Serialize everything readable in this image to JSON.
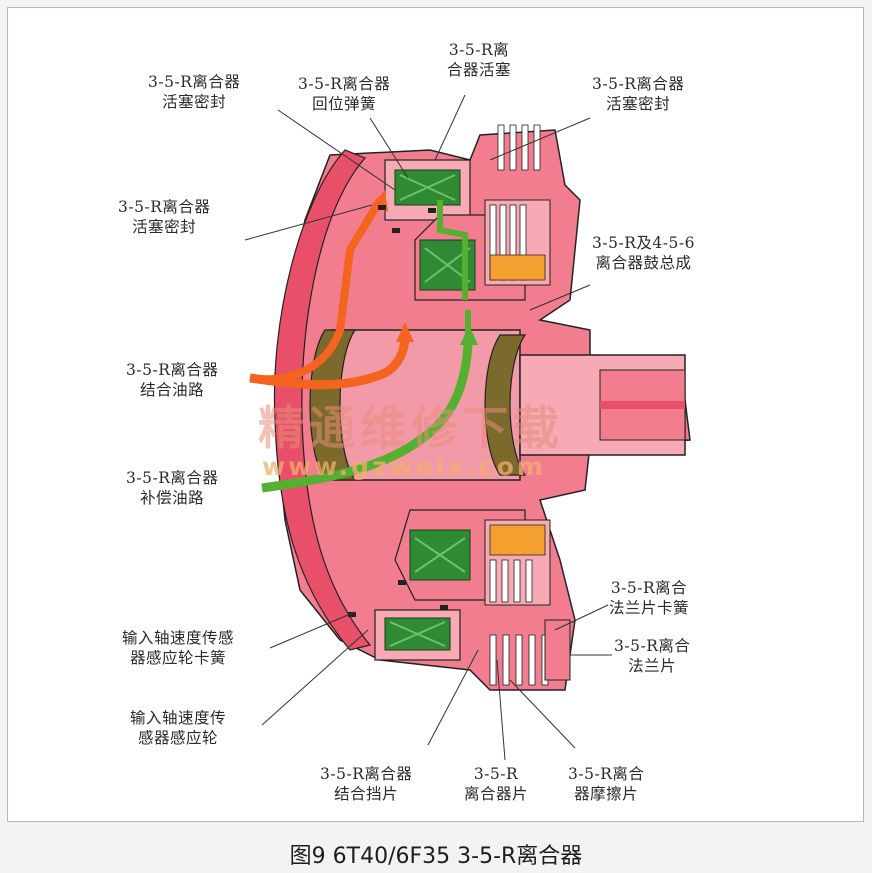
{
  "labels": {
    "piston_seal_top_left": "3-5-R离合器\n活塞密封",
    "return_spring": "3-5-R离合器\n回位弹簧",
    "piston": "3-5-R离\n合器活塞",
    "piston_seal_top_right": "3-5-R离合器\n活塞密封",
    "piston_seal_left": "3-5-R离合器\n活塞密封",
    "drum_assembly": "3-5-R及4-5-6\n离合器鼓总成",
    "apply_passage": "3-5-R离合器\n结合油路",
    "compensator_passage": "3-5-R离合器\n补偿油路",
    "backing_snap_ring": "3-5-R离合\n法兰片卡簧",
    "backing_plate": "3-5-R离合\n法兰片",
    "sensor_reluctor_snap_ring": "输入轴速度传感\n器感应轮卡簧",
    "sensor_reluctor": "输入轴速度传\n感器感应轮",
    "apply_plate": "3-5-R离合器\n结合挡片",
    "clutch_plate": "3-5-R\n离合器片",
    "friction_plate": "3-5-R离合\n器摩擦片"
  },
  "watermark": {
    "cn": "精通维修下载",
    "url": "www.gzweix.com"
  },
  "caption": "图9 6T40/6F35 3-5-R离合器",
  "colors": {
    "housing_pink": "#f27d8e",
    "dark_pink": "#e8506a",
    "light_pink": "#f7a9b4",
    "spring_green": "#2f8a34",
    "apply_oil_orange": "#f4641e",
    "compensator_green": "#55b030",
    "hub_olive": "#7b6a2c",
    "outline": "#222222"
  }
}
